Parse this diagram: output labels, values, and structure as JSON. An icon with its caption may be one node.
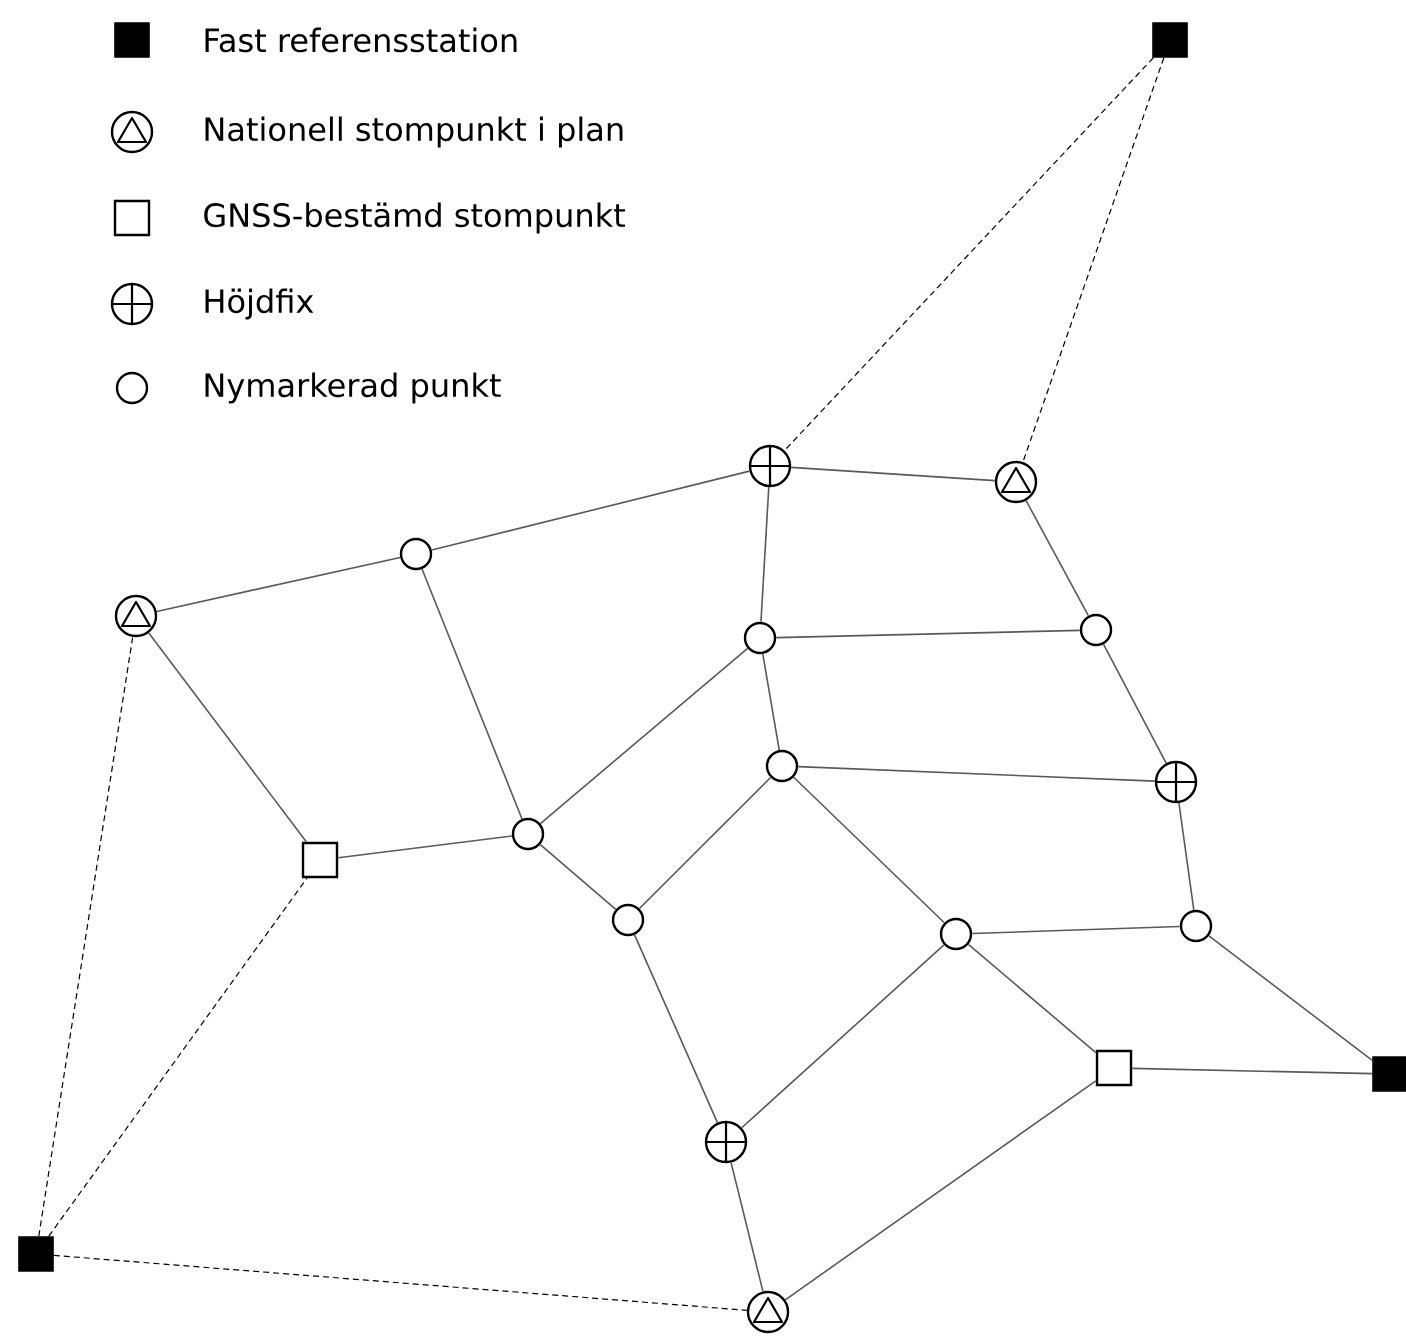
{
  "diagram": {
    "nodes": [
      {
        "text": [],
        "shape": "block"
      },
      {
        "text": [],
        "shape": "triangle"
      },
      {
        "text": [],
        "shape": "circle"
      },
      {
        "text": [],
        "shape": "cross"
      },
      {
        "text": [],
        "shape": "triangle"
      },
      {
        "text": [],
        "shape": "circle"
      },
      {
        "text": [],
        "shape": "circle"
      },
      {
        "text": [],
        "shape": "circle"
      },
      {
        "text": [],
        "shape": "cross"
      },
      {
        "text": [],
        "shape": "box"
      },
      {
        "text": [],
        "shape": "circle"
      },
      {
        "text": [],
        "shape": "circle"
      },
      {
        "text": [],
        "shape": "circle"
      },
      {
        "text": [],
        "shape": "circle"
      },
      {
        "text": [],
        "shape": "box"
      },
      {
        "text": [],
        "shape": "block"
      },
      {
        "text": [],
        "shape": "cross"
      },
      {
        "text": [],
        "shape": "block"
      },
      {
        "text": [],
        "shape": "triangle"
      }
    ],
    "edges": [
      {
        "from": 0,
        "to": 3,
        "arrow": "none",
        "style": "dashed"
      },
      {
        "from": 0,
        "to": 4,
        "arrow": "none",
        "style": "dashed"
      },
      {
        "from": 1,
        "to": 2,
        "arrow": "none"
      },
      {
        "from": 2,
        "to": 3,
        "arrow": "none"
      },
      {
        "from": 3,
        "to": 4,
        "arrow": "none"
      },
      {
        "from": 3,
        "to": 5,
        "arrow": "none"
      },
      {
        "from": 4,
        "to": 6,
        "arrow": "none"
      },
      {
        "from": 5,
        "to": 6,
        "arrow": "none"
      },
      {
        "from": 5,
        "to": 10,
        "arrow": "none"
      },
      {
        "from": 5,
        "to": 7,
        "arrow": "none"
      },
      {
        "from": 7,
        "to": 8,
        "arrow": "none"
      },
      {
        "from": 6,
        "to": 8,
        "arrow": "none"
      },
      {
        "from": 2,
        "to": 10,
        "arrow": "none"
      },
      {
        "from": 1,
        "to": 9,
        "arrow": "none"
      },
      {
        "from": 9,
        "to": 10,
        "arrow": "none"
      },
      {
        "from": 10,
        "to": 11,
        "arrow": "none"
      },
      {
        "from": 11,
        "to": 7,
        "arrow": "none"
      },
      {
        "from": 7,
        "to": 12,
        "arrow": "none"
      },
      {
        "from": 12,
        "to": 13,
        "arrow": "none"
      },
      {
        "from": 8,
        "to": 13,
        "arrow": "none"
      },
      {
        "from": 13,
        "to": 15,
        "arrow": "none"
      },
      {
        "from": 12,
        "to": 14,
        "arrow": "none"
      },
      {
        "from": 14,
        "to": 15,
        "arrow": "none"
      },
      {
        "from": 11,
        "to": 16,
        "arrow": "none"
      },
      {
        "from": 12,
        "to": 16,
        "arrow": "none"
      },
      {
        "from": 14,
        "to": 18,
        "arrow": "none"
      },
      {
        "from": 16,
        "to": 18,
        "arrow": "none"
      },
      {
        "from": 17,
        "to": 1,
        "arrow": "none",
        "style": "dashed"
      },
      {
        "from": 17,
        "to": 9,
        "arrow": "none",
        "style": "dashed"
      },
      {
        "from": 17,
        "to": 18,
        "arrow": "none",
        "style": "dashed"
      }
    ],
    "legend": [
      {
        "text": "Fast referensstation"
      },
      {
        "text": "Nationell stompunkt i plan"
      },
      {
        "text": "GNSS-bestämd stompunkt"
      },
      {
        "text": "Höjdfix"
      },
      {
        "text": "Nymarkerad punkt"
      }
    ]
  }
}
